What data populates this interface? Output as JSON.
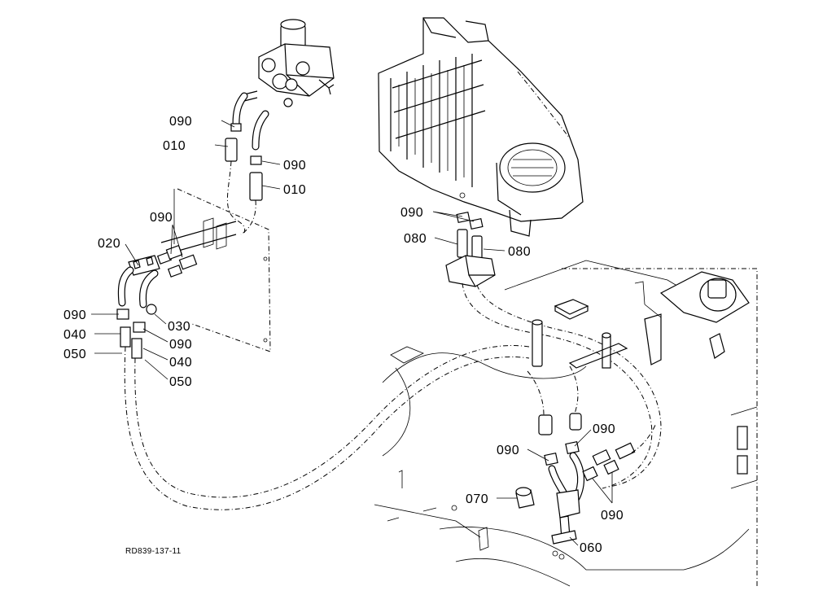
{
  "diagram": {
    "drawing_code": "RD839-137-11",
    "callouts": {
      "p090_a": "090",
      "p010_a": "010",
      "p090_b": "090",
      "p010_b": "010",
      "p090_c": "090",
      "p020": "020",
      "p090_d": "090",
      "p030": "030",
      "p040_a": "040",
      "p090_e": "090",
      "p050_a": "050",
      "p040_b": "040",
      "p050_b": "050",
      "p090_f": "090",
      "p080_a": "080",
      "p080_b": "080",
      "p090_g": "090",
      "p090_h": "090",
      "p090_i": "090",
      "p070": "070",
      "p060": "060"
    }
  }
}
